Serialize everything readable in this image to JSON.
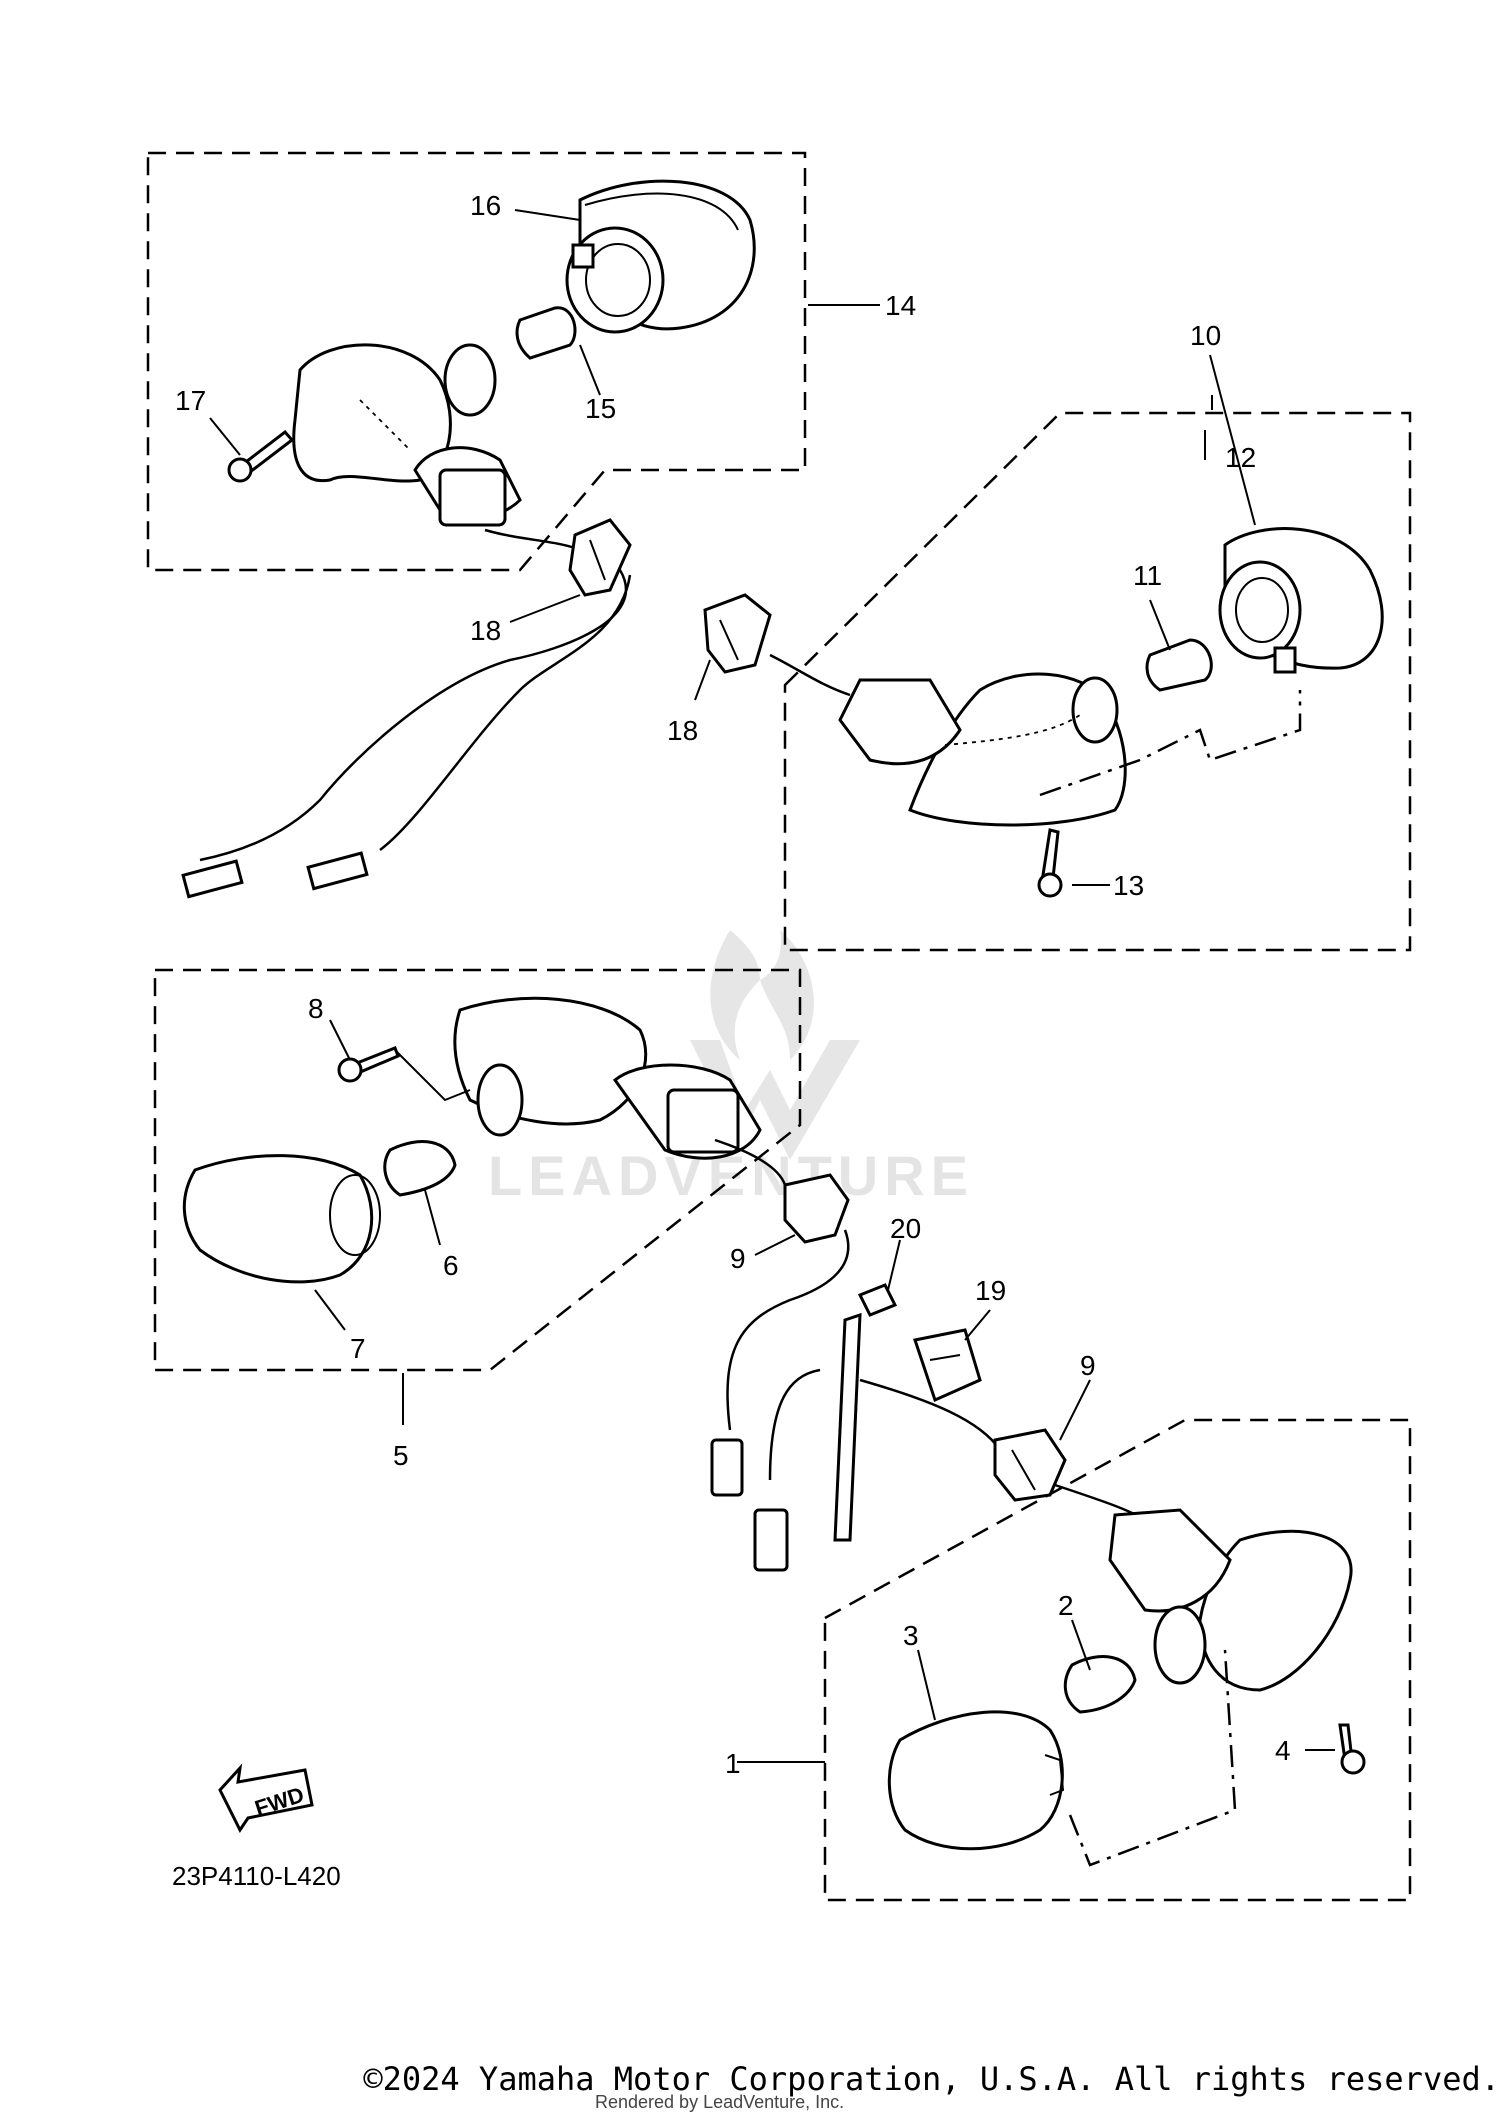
{
  "callouts": {
    "c1": "1",
    "c2": "2",
    "c3": "3",
    "c4": "4",
    "c5": "5",
    "c6": "6",
    "c7": "7",
    "c8": "8",
    "c9a": "9",
    "c9b": "9",
    "c10": "10",
    "c11": "11",
    "c12": "12",
    "c13": "13",
    "c14": "14",
    "c15": "15",
    "c16": "16",
    "c17": "17",
    "c18a": "18",
    "c18b": "18",
    "c19": "19",
    "c20": "20"
  },
  "fwd_label": "FWD",
  "diagram_code": "23P4110-L420",
  "watermark": "LEADVENTURE",
  "copyright": "©2024 Yamaha Motor Corporation, U.S.A. All rights reserved.",
  "rendered_by": "Rendered by LeadVenture, Inc."
}
